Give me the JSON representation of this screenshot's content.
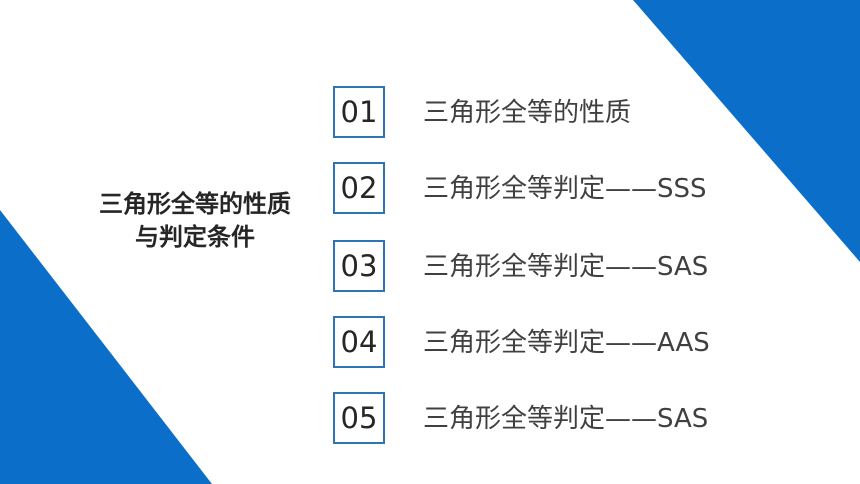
{
  "slide": {
    "accent_color": "#0b6fc9",
    "border_color": "#2e75b6",
    "title_lines": [
      "三角形全等的性质",
      "与判定条件"
    ],
    "items": [
      {
        "number": "01",
        "label": "三角形全等的性质"
      },
      {
        "number": "02",
        "label": "三角形全等判定——SSS"
      },
      {
        "number": "03",
        "label": "三角形全等判定——SAS"
      },
      {
        "number": "04",
        "label": "三角形全等判定——AAS"
      },
      {
        "number": "05",
        "label": "三角形全等判定——SAS"
      }
    ]
  }
}
